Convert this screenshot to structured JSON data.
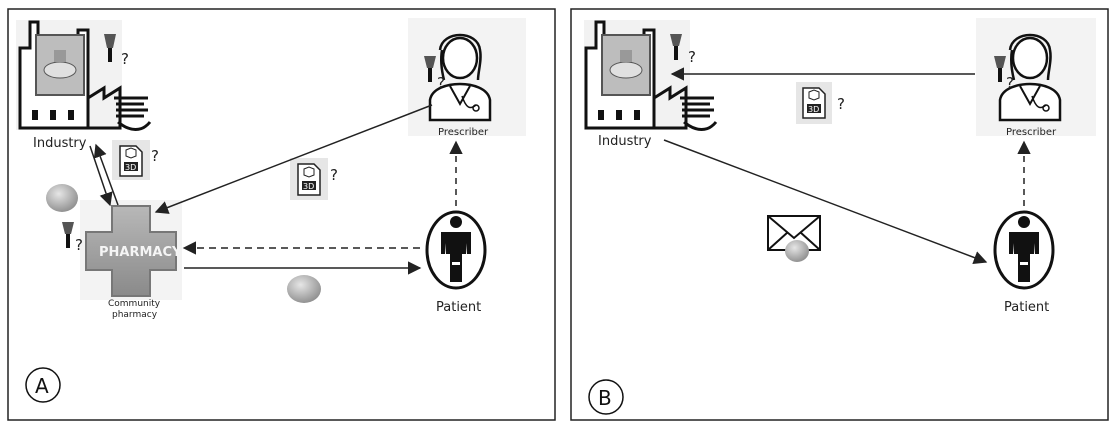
{
  "panels": [
    {
      "label": "A",
      "nodes": {
        "industry": "Industry",
        "prescriber": "Prescriber",
        "pharmacy_sign": "PHARMACY",
        "pharmacy_line1": "Community",
        "pharmacy_line2": "pharmacy",
        "patient": "Patient"
      },
      "file_badge": "3D",
      "question_mark": "?"
    },
    {
      "label": "B",
      "nodes": {
        "industry": "Industry",
        "prescriber": "Prescriber",
        "patient": "Patient"
      },
      "file_badge": "3D",
      "question_mark": "?"
    }
  ]
}
